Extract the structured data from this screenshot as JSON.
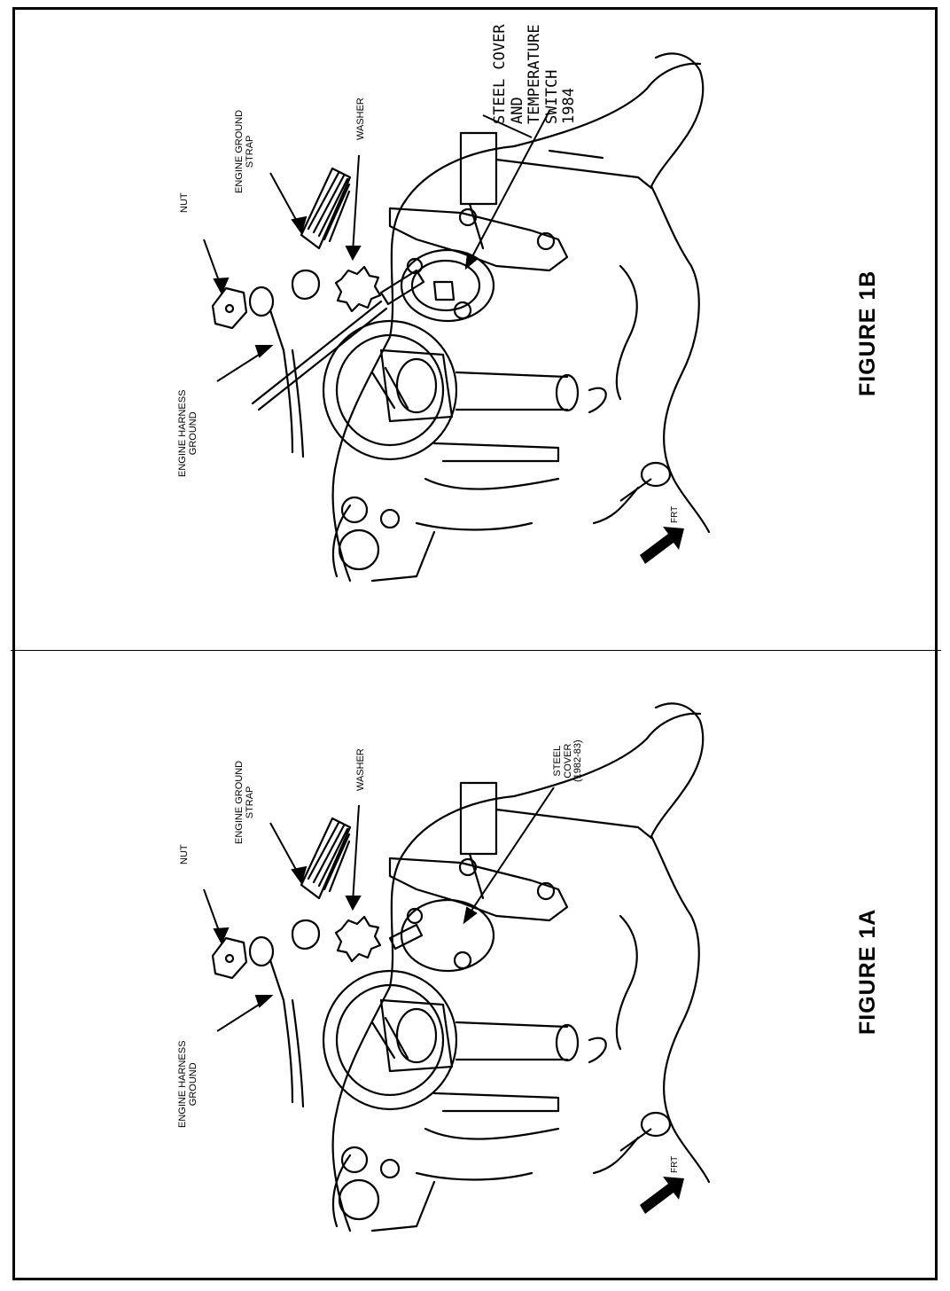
{
  "figure_a": {
    "title": "FIGURE 1A",
    "labels": {
      "nut": "NUT",
      "engine_ground_strap": "ENGINE GROUND\nSTRAP",
      "washer": "WASHER",
      "engine_harness_ground": "ENGINE HARNESS\nGROUND",
      "steel_cover": "STEEL\nCOVER\n(1982-83)",
      "front": "FRT"
    }
  },
  "figure_b": {
    "title": "FIGURE 1B",
    "labels": {
      "nut": "NUT",
      "engine_ground_strap": "ENGINE GROUND\nSTRAP",
      "washer": "WASHER",
      "engine_harness_ground": "ENGINE HARNESS\nGROUND",
      "steel_cover_switch": "STEEL COVER\nAND\nTEMPERATURE\nSWITCH\n1984",
      "front": "FRT"
    }
  }
}
